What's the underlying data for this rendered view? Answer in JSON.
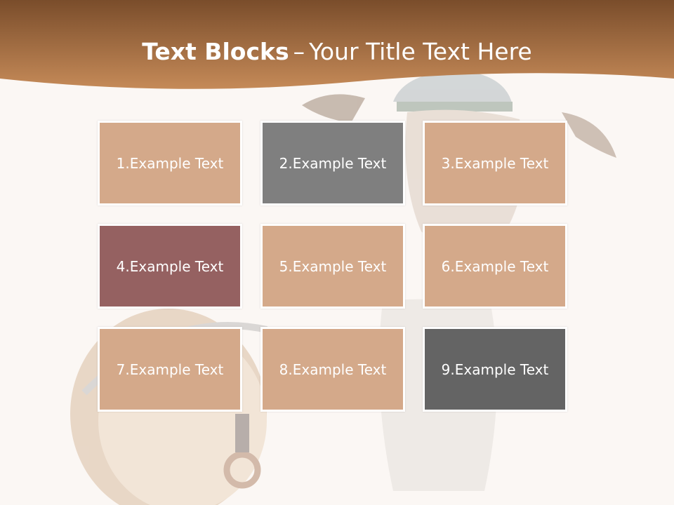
{
  "slide": {
    "title_bold": "Text Blocks",
    "title_separator": "–",
    "title_rest": "Your Title Text Here"
  },
  "blocks": [
    {
      "label": "1.Example Text",
      "color": "#d4a98a"
    },
    {
      "label": "2.Example Text",
      "color": "#7f7f7f"
    },
    {
      "label": "3.Example Text",
      "color": "#d4a98a"
    },
    {
      "label": "4.Example Text",
      "color": "#956161"
    },
    {
      "label": "5.Example Text",
      "color": "#d4a98a"
    },
    {
      "label": "6.Example Text",
      "color": "#d4a98a"
    },
    {
      "label": "7.Example Text",
      "color": "#d4a98a"
    },
    {
      "label": "8.Example Text",
      "color": "#d4a98a"
    },
    {
      "label": "9.Example Text",
      "color": "#646464"
    }
  ],
  "colors": {
    "header_dark": "#7a4d2b",
    "header_light": "#c58a58",
    "background": "#fbf7f4"
  }
}
